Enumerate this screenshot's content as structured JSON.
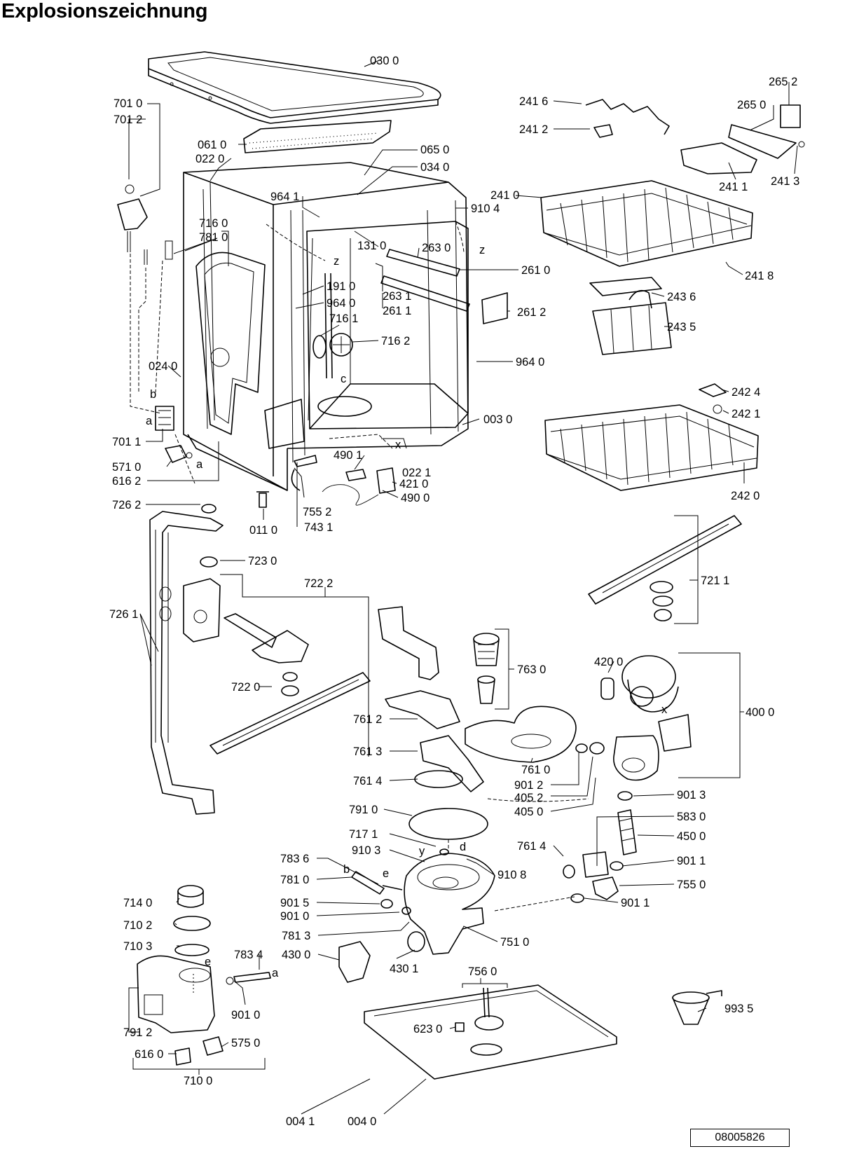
{
  "title": "Explosionszeichnung",
  "document_number": "08005826",
  "callouts": [
    "030 0",
    "701 0",
    "701 2",
    "061 0",
    "022 0",
    "065 0",
    "034 0",
    "964 1",
    "910 4",
    "241 6",
    "241 2",
    "265 2",
    "265 0",
    "241 1",
    "241 3",
    "241 0",
    "241 8",
    "716 0",
    "781 0",
    "131 0",
    "263 0",
    "261 0",
    "191 0",
    "964 0",
    "263 1",
    "261 1",
    "261 2",
    "716 1",
    "716 2",
    "243 6",
    "243 5",
    "964 0",
    "024 0",
    "003 0",
    "242 4",
    "242 1",
    "242 0",
    "701 1",
    "571 0",
    "616 2",
    "490 1",
    "421 0",
    "490 0",
    "022 1",
    "726 2",
    "755 2",
    "743 1",
    "011 0",
    "723 0",
    "722 2",
    "721 1",
    "726 1",
    "763 0",
    "420 0",
    "400 0",
    "722 0",
    "761 2",
    "761 3",
    "761 0",
    "761 4",
    "901 2",
    "405 2",
    "405 0",
    "901 3",
    "791 0",
    "583 0",
    "717 1",
    "450 0",
    "910 3",
    "910 8",
    "761 4",
    "901 1",
    "783 6",
    "781 0",
    "755 0",
    "901 5",
    "901 1",
    "901 0",
    "714 0",
    "710 2",
    "781 3",
    "751 0",
    "710 3",
    "783 4",
    "430 0",
    "430 1",
    "756 0",
    "791 2",
    "901 0",
    "623 0",
    "993 5",
    "575 0",
    "616 0",
    "710 0",
    "004 1",
    "004 0"
  ],
  "markers": [
    "z",
    "z",
    "c",
    "b",
    "a",
    "a",
    "x",
    "x",
    "e",
    "b",
    "d",
    "y",
    "a",
    "e"
  ]
}
